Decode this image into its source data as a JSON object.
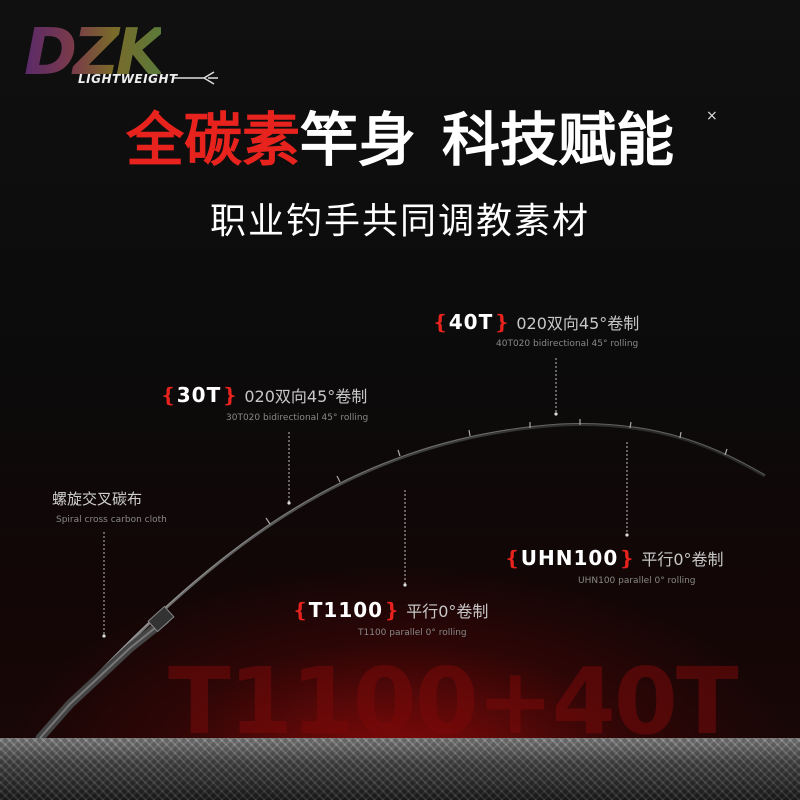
{
  "brand": {
    "logo_text": "DZK",
    "logo_sub": "LIGHTWEIGHT"
  },
  "headline": {
    "part1": "全碳素",
    "part2": "竿身",
    "part3": "科技赋能",
    "close_glyph": "×"
  },
  "subhead": "职业钓手共同调教素材",
  "callouts": {
    "t40": {
      "code": "40T",
      "cn": "020双向45°卷制",
      "en": "40T020 bidirectional 45° rolling"
    },
    "t30": {
      "code": "30T",
      "cn": "020双向45°卷制",
      "en": "30T020 bidirectional 45° rolling"
    },
    "uhn": {
      "code": "UHN100",
      "cn": "平行0°卷制",
      "en": "UHN100 parallel 0° rolling"
    },
    "t1100": {
      "code": "T1100",
      "cn": "平行0°卷制",
      "en": "T1100 parallel 0° rolling"
    },
    "spiral": {
      "cn": "螺旋交叉碳布",
      "en": "Spiral cross carbon cloth"
    }
  },
  "background_text": "T1100+40T",
  "bracket_left": "❴",
  "bracket_right": "❵",
  "colors": {
    "accent": "#e8231e",
    "background": "#0a0a0a"
  }
}
